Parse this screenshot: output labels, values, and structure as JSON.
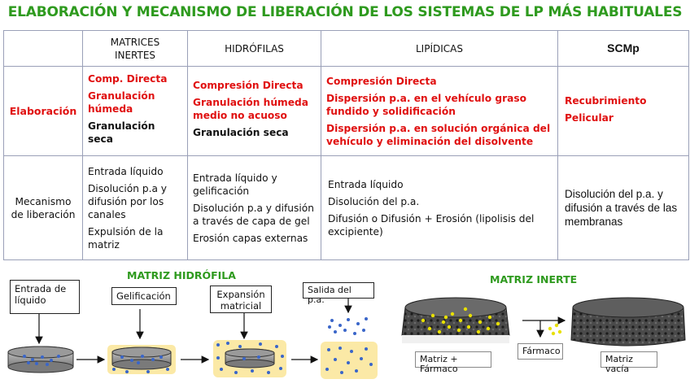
{
  "title": "ELABORACIÓN Y MECANISMO DE LIBERACIÓN DE LOS SISTEMAS DE LP MÁS HABITUALES",
  "table": {
    "headers": [
      "MATRICES INERTES",
      "HIDRÓFILAS",
      "LIPÍDICAS",
      "SCMp"
    ],
    "row_labels": {
      "elaboracion": "Elaboración",
      "mecanismo": "Mecanismo de liberación"
    },
    "elaboracion": {
      "inertes": [
        "Comp. Directa",
        "Granulación húmeda",
        "Granulación seca"
      ],
      "hidrofilas": [
        "Compresión Directa",
        "Granulación húmeda medio no acuoso",
        "Granulación seca"
      ],
      "lipidicas": [
        "Compresión Directa",
        "Dispersión p.a. en el vehículo graso fundido y solidificación",
        "Dispersión p.a. en solución orgánica del vehículo y eliminación del disolvente"
      ],
      "scmp": [
        "Recubrimiento",
        "Pelicular"
      ]
    },
    "mecanismo": {
      "inertes": [
        "Entrada líquido",
        "Disolución p.a y difusión por los canales",
        "Expulsión de la matriz"
      ],
      "hidrofilas": [
        "Entrada líquido y gelificación",
        "Disolución p.a y difusión a través de capa de gel",
        "Erosión capas externas"
      ],
      "lipidicas": [
        "Entrada líquido",
        "Disolución del p.a.",
        "Difusión o Difusión + Erosión (lipolisis del excipiente)"
      ],
      "scmp": "Disolución del p.a. y difusión a través de las membranas"
    }
  },
  "diagram_hidrofila": {
    "title": "MATRIZ HIDRÓFILA",
    "labels": [
      "Entrada de líquido",
      "Gelificación",
      "Expansión matricial",
      "Salida del p.a."
    ]
  },
  "diagram_inerte": {
    "title": "MATRIZ INERTE",
    "labels": [
      "Matriz + Fármaco",
      "Fármaco",
      "Matriz vacía"
    ]
  },
  "colors": {
    "title_green": "#2e9a1e",
    "red": "#e01010",
    "gel": "#fbe9a6",
    "dot_blue": "#3a66c9",
    "dot_yellow": "#e8e000"
  }
}
